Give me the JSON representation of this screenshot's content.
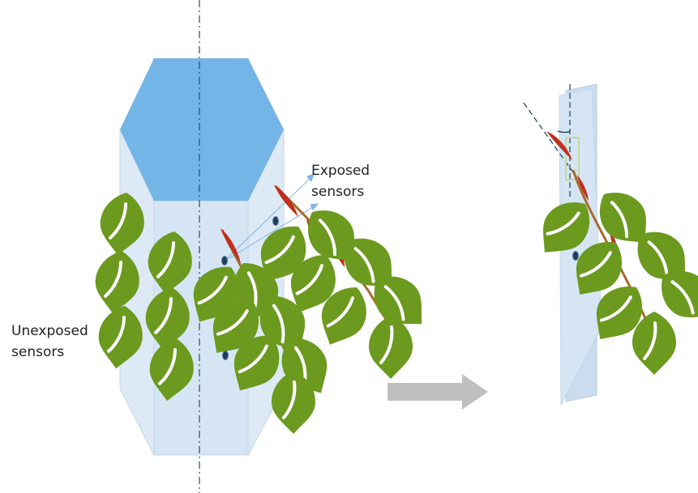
{
  "labels": {
    "exposed_line1": "Exposed",
    "exposed_line2": "sensors",
    "unexposed_line1": "Unexposed",
    "unexposed_line2": "sensors"
  },
  "colors": {
    "prism_top": "#73b5e6",
    "prism_front": "#d6e5f3",
    "prism_side": "#dde9f5",
    "prism_edge": "#c3d7ea",
    "leaf": "#6b9a1e",
    "leaf_vein": "#ffffff",
    "stem": "#a86a2e",
    "stem_bud": "#c0301e",
    "sensor": "#1f3d5c",
    "arrow": "#bfbfbf",
    "annotation": "#7eb4e4",
    "axis": "#2b4a66"
  },
  "icons": {
    "transition": "right-arrow-icon",
    "sensor": "sensor-dot-icon",
    "leaf": "leaf-icon"
  }
}
